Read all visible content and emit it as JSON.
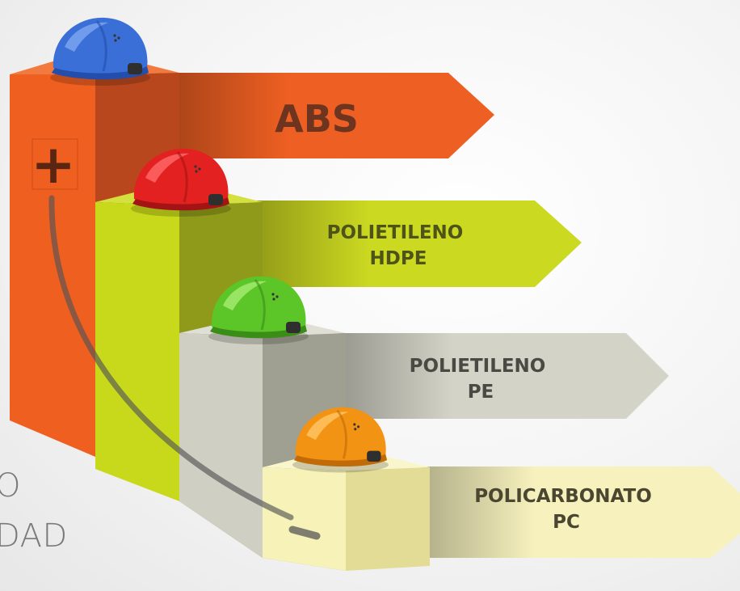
{
  "diagram": {
    "steps": [
      {
        "id": "abs",
        "label_lines": [
          "ABS"
        ],
        "colors": {
          "front": "#ee5f20",
          "side": "#b9471d",
          "top": "#f27a3f",
          "arrow": "#ed5f22",
          "text": "#6d3420",
          "helmet": "#3b6fd8",
          "helmet_dark": "#234eab",
          "helmet_light": "#7fa7f0"
        }
      },
      {
        "id": "hdpe",
        "label_lines": [
          "POLIETILENO",
          "HDPE"
        ],
        "colors": {
          "front": "#c8d91b",
          "side": "#8f9a1a",
          "top": "#d4e03e",
          "arrow": "#ccd921",
          "text": "#4e5318",
          "helmet": "#e32121",
          "helmet_dark": "#a51414",
          "helmet_light": "#ff6b6b"
        }
      },
      {
        "id": "pe",
        "label_lines": [
          "POLIETILENO",
          "PE"
        ],
        "colors": {
          "front": "#cfcfc3",
          "side": "#9f9f92",
          "top": "#dfdfd5",
          "arrow": "#d3d3c7",
          "text": "#4a4a44",
          "helmet": "#5cc629",
          "helmet_dark": "#3a8e17",
          "helmet_light": "#a6ec72"
        }
      },
      {
        "id": "pc",
        "label_lines": [
          "POLICARBONATO",
          "PC"
        ],
        "colors": {
          "front": "#f7f2b8",
          "side": "#e2dc96",
          "top": "#faf6cc",
          "arrow": "#f6f1bd",
          "text": "#4a4630",
          "helmet": "#f39314",
          "helmet_dark": "#c06a08",
          "helmet_light": "#ffc766"
        }
      }
    ],
    "plus_symbol": "+",
    "minus_symbol": "−",
    "side_text_lines": [
      "O",
      "DAD"
    ]
  }
}
